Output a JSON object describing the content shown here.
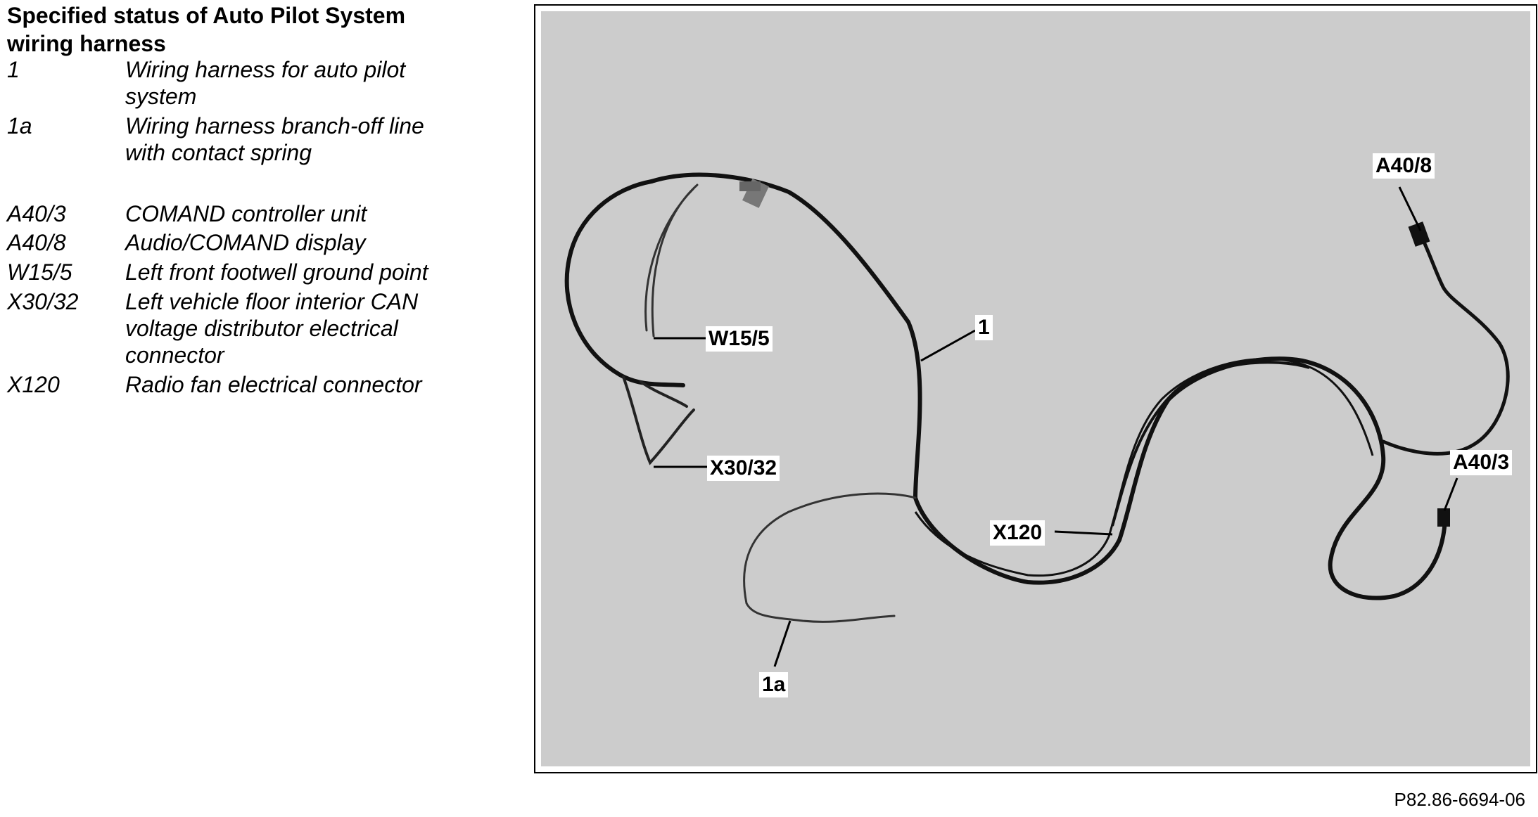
{
  "legend": {
    "title": "Specified status of Auto Pilot System wiring harness",
    "items": [
      {
        "code": "1",
        "desc": "Wiring harness for auto pilot system"
      },
      {
        "code": "1a",
        "desc": "Wiring harness branch-off line with contact spring"
      },
      {
        "code": "A40/3",
        "desc": "COMAND controller unit"
      },
      {
        "code": "A40/8",
        "desc": "Audio/COMAND display"
      },
      {
        "code": "W15/5",
        "desc": "Left front footwell ground point"
      },
      {
        "code": "X30/32",
        "desc": "Left vehicle floor interior CAN voltage distributor electrical connector"
      },
      {
        "code": "X120",
        "desc": "Radio fan electrical connector"
      }
    ]
  },
  "figure": {
    "callouts": {
      "c1": "1",
      "c1a": "1a",
      "a40_3": "A40/3",
      "a40_8": "A40/8",
      "w15_5": "W15/5",
      "x30_32": "X30/32",
      "x120": "X120"
    },
    "figure_id": "P82.86-6694-06"
  },
  "colors": {
    "photo_background": "#cccccc",
    "wire": "#111111",
    "wire_thin": "#3a3a3a"
  }
}
